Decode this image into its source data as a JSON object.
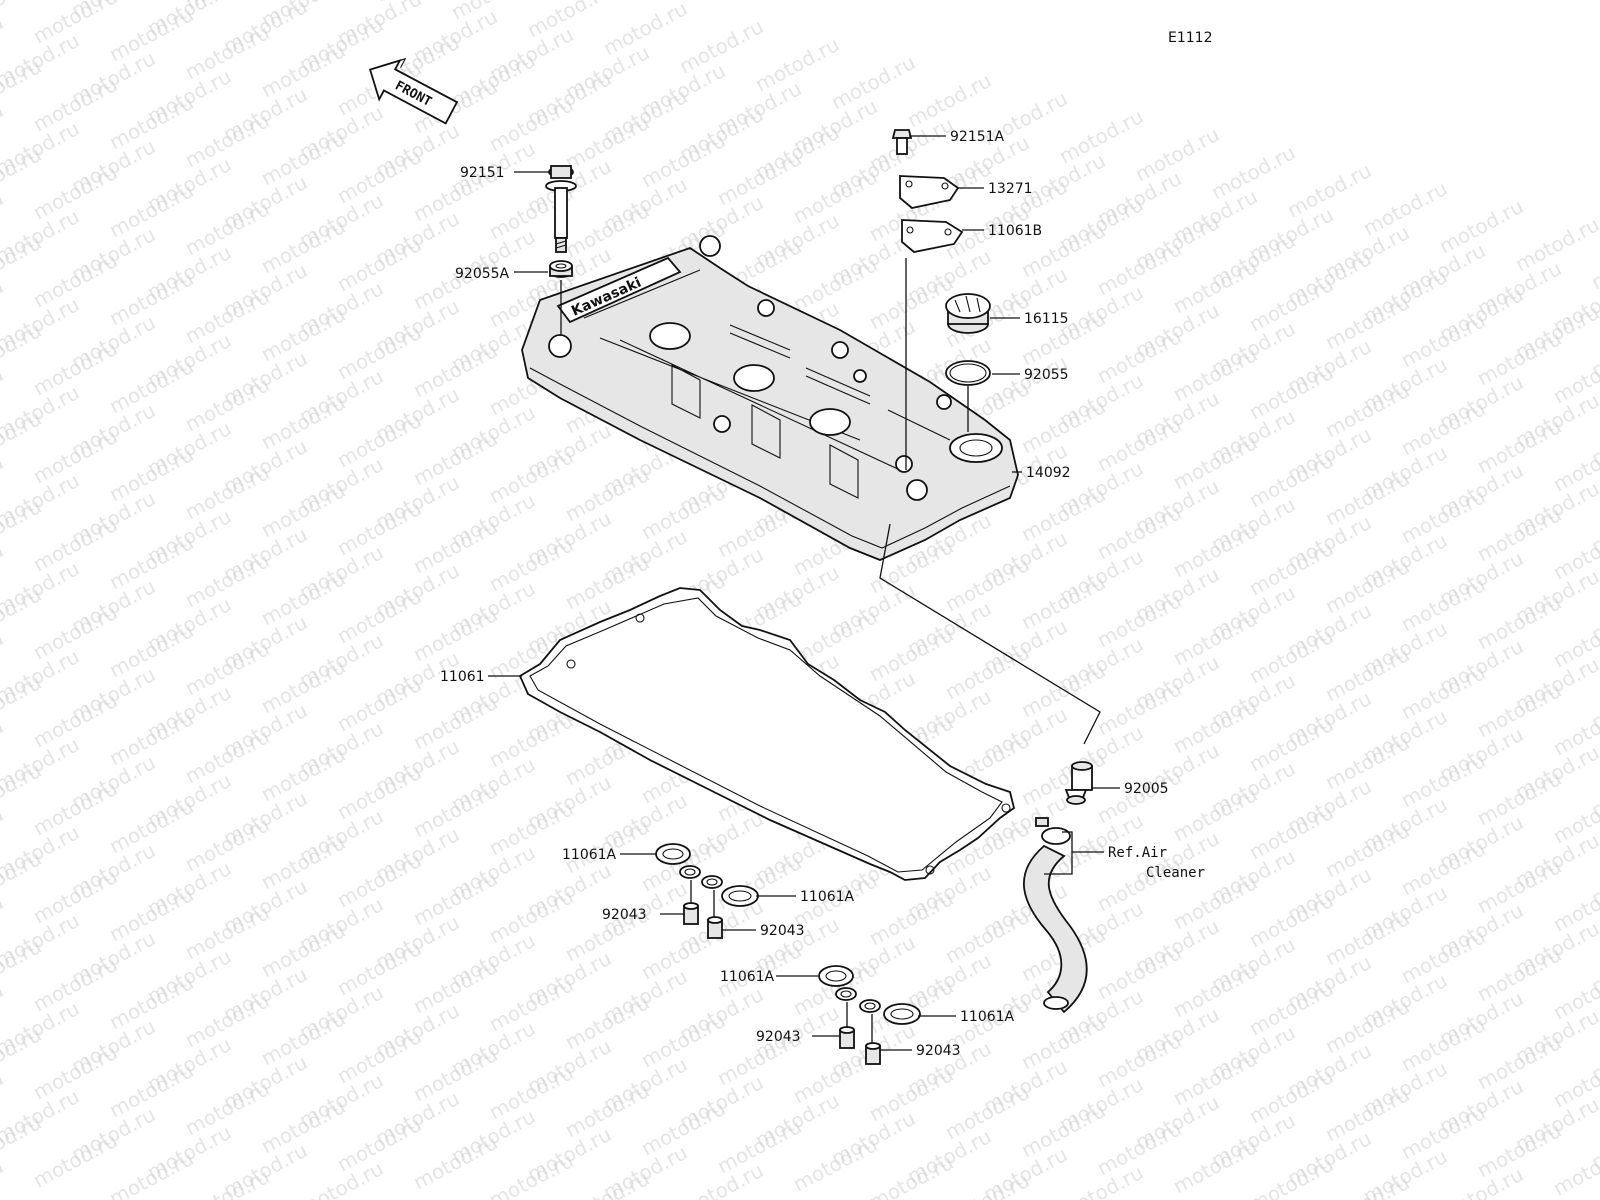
{
  "diagram_code": "E1112",
  "front_label": "FRONT",
  "watermark_text": "motod.ru",
  "brand_text": "Kawasaki",
  "parts": {
    "bolt_cover": "92151",
    "bolt_plate": "92151A",
    "plate": "13271",
    "plate_gasket": "11061B",
    "oil_cap": "16115",
    "oring": "92055",
    "washer": "92055A",
    "cylinder_head_cover": "14092",
    "cover_gasket": "11061",
    "hose_fitting": "92005",
    "seal_1a": "11061A",
    "seal_1b": "11061A",
    "collar_1a": "92043",
    "collar_1b": "92043",
    "seal_2a": "11061A",
    "seal_2b": "11061A",
    "collar_2a": "92043",
    "collar_2b": "92043"
  },
  "reference": {
    "line1": "Ref.Air",
    "line2": "Cleaner"
  },
  "colors": {
    "ink": "#111111",
    "watermark": "#cfcfcf",
    "part_fill": "#e6e6e6"
  }
}
